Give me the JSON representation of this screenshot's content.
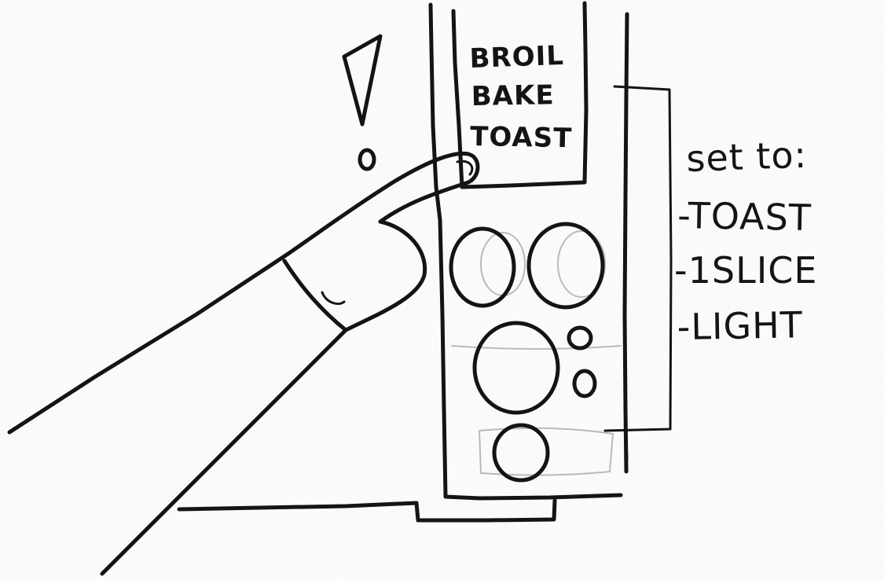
{
  "dial_labels": {
    "broil": "BROIL",
    "bake": "BAKE",
    "toast": "TOAST"
  },
  "instructions": {
    "heading": "set to:",
    "steps": [
      "-TOAST",
      "-1SLICE",
      "-LIGHT"
    ]
  },
  "colors": {
    "ink": "#141414",
    "paper": "#ffffff",
    "shadow": "#b9b9b9"
  }
}
